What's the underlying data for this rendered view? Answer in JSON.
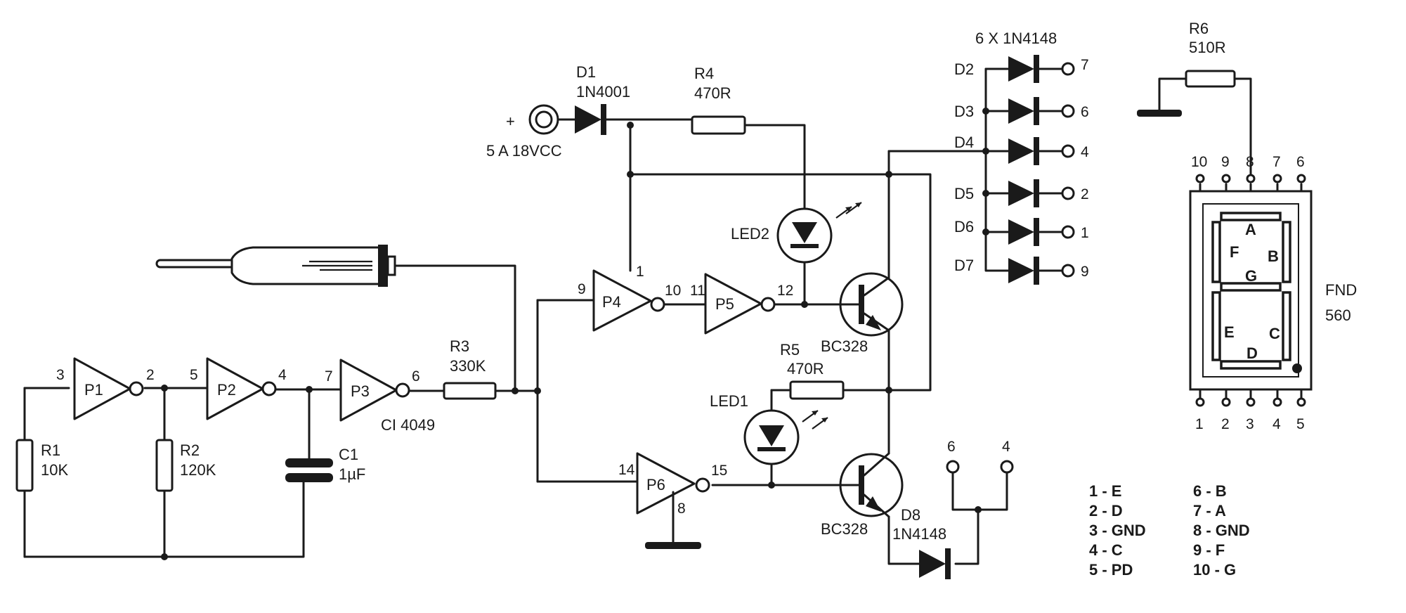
{
  "inverters": {
    "p1": {
      "name": "P1",
      "pin_in": "3",
      "pin_out": "2"
    },
    "p2": {
      "name": "P2",
      "pin_in": "5",
      "pin_out": "4"
    },
    "p3": {
      "name": "P3",
      "pin_in": "7",
      "pin_out": "6"
    },
    "p4": {
      "name": "P4",
      "pin_in": "9",
      "pin_out": "10",
      "pin_supply": "1"
    },
    "p5": {
      "name": "P5",
      "pin_in": "11",
      "pin_out": "12"
    },
    "p6": {
      "name": "P6",
      "pin_in": "14",
      "pin_out": "15",
      "pin_gnd": "8"
    },
    "ic_label": "CI 4049"
  },
  "resistors": {
    "r1": {
      "name": "R1",
      "value": "10K"
    },
    "r2": {
      "name": "R2",
      "value": "120K"
    },
    "r3": {
      "name": "R3",
      "value": "330K"
    },
    "r4": {
      "name": "R4",
      "value": "470R"
    },
    "r5": {
      "name": "R5",
      "value": "470R"
    },
    "r6": {
      "name": "R6",
      "value": "510R"
    }
  },
  "capacitor": {
    "name": "C1",
    "value": "1µF"
  },
  "supply": {
    "plus": "+",
    "label": "5 A 18VCC"
  },
  "diode_d1": {
    "name": "D1",
    "value": "1N4001"
  },
  "leds": {
    "led1": "LED1",
    "led2": "LED2"
  },
  "transistors": {
    "q_top": "BC328",
    "q_bottom": "BC328"
  },
  "diode_d8": {
    "name": "D8",
    "value": "1N4148"
  },
  "diode_array": {
    "header": "6 X 1N4148",
    "rows": [
      {
        "name": "D2",
        "pin": "7"
      },
      {
        "name": "D3",
        "pin": "6"
      },
      {
        "name": "D4",
        "pin": "4"
      },
      {
        "name": "D5",
        "pin": "2"
      },
      {
        "name": "D6",
        "pin": "1"
      },
      {
        "name": "D7",
        "pin": "9"
      }
    ]
  },
  "output_pins": {
    "left": "6",
    "right": "4"
  },
  "display": {
    "name": "FND",
    "part": "560",
    "segments": {
      "a": "A",
      "b": "B",
      "c": "C",
      "d": "D",
      "e": "E",
      "f": "F",
      "g": "G"
    },
    "top_pins": [
      "10",
      "9",
      "8",
      "7",
      "6"
    ],
    "bottom_pins": [
      "1",
      "2",
      "3",
      "4",
      "5"
    ]
  },
  "pinout_legend": {
    "left": [
      "1 - E",
      "2 - D",
      "3 - GND",
      "4 - C",
      "5 - PD"
    ],
    "right": [
      "6 - B",
      "7 - A",
      "8 - GND",
      "9 - F",
      "10 - G"
    ]
  }
}
